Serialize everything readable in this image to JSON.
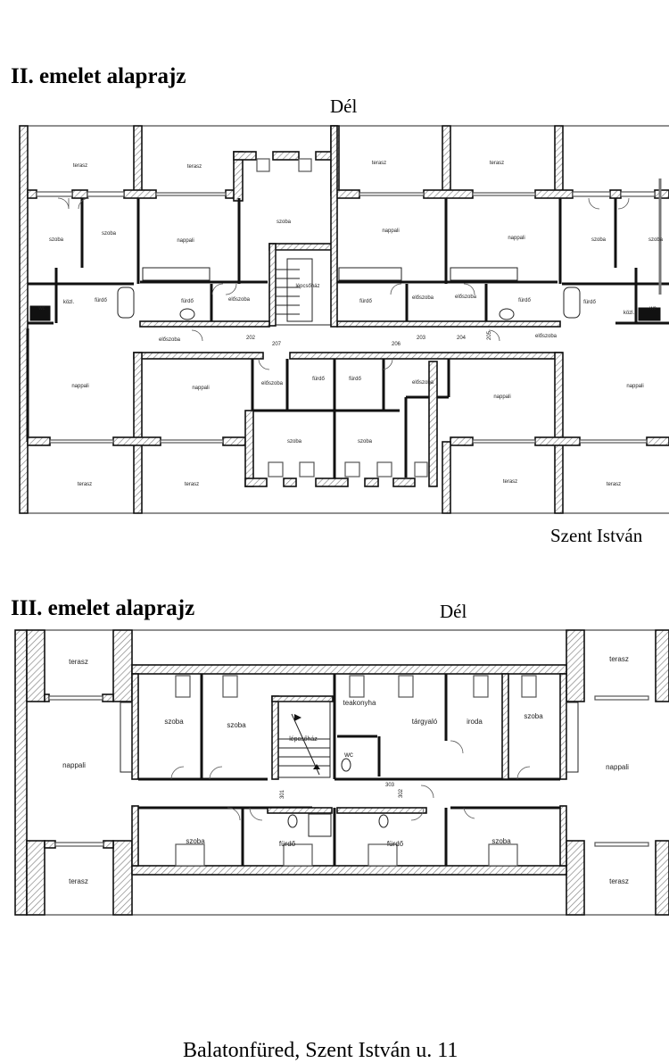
{
  "floor2": {
    "title": "II. emelet alaprajz",
    "orientation_top": "Dél",
    "street_label": "Szent István",
    "rooms": [
      "terasz",
      "terasz",
      "terasz",
      "terasz",
      "szoba",
      "szoba",
      "nappali",
      "szoba",
      "nappali",
      "nappali",
      "szoba",
      "szoba",
      "lépcsőház",
      "wc",
      "közl.",
      "fürdő",
      "fürdő",
      "előszoba",
      "fürdő",
      "előszoba",
      "előszoba",
      "fürdő",
      "fürdő",
      "közl.",
      "wc",
      "előszoba",
      "előszoba",
      "nappali",
      "nappali",
      "előszoba",
      "fürdő",
      "fürdő",
      "előszoba",
      "nappali",
      "nappali",
      "szoba",
      "szoba",
      "terasz",
      "terasz",
      "terasz",
      "terasz"
    ],
    "unit_numbers": [
      "202",
      "207",
      "206",
      "203",
      "204",
      "205"
    ]
  },
  "floor3": {
    "title": "III. emelet alaprajz",
    "orientation_top": "Dél",
    "rooms": [
      "terasz",
      "szoba",
      "szoba",
      "lépcsőház",
      "teakonyha",
      "tárgyaló",
      "iroda",
      "szoba",
      "terasz",
      "nappali",
      "wc",
      "nappali",
      "szoba",
      "fürdő",
      "fürdő",
      "szoba",
      "terasz",
      "terasz"
    ],
    "unit_numbers": [
      "301",
      "303",
      "302"
    ]
  },
  "address": "Balatonfüred, Szent István u. 11"
}
